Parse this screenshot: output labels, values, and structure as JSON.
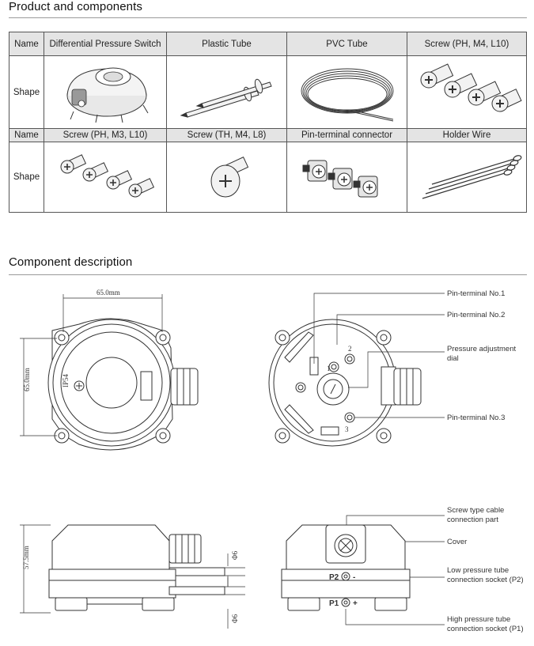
{
  "headings": {
    "products": "Product and components",
    "description": "Component description"
  },
  "table": {
    "row_labels": {
      "name": "Name",
      "shape": "Shape"
    },
    "row1": [
      "Differential Pressure Switch",
      "Plastic Tube",
      "PVC Tube",
      "Screw (PH, M4, L10)"
    ],
    "row2": [
      "Screw (PH, M3, L10)",
      "Screw (TH, M4, L8)",
      "Pin-terminal connector",
      "Holder Wire"
    ]
  },
  "icons": {
    "row1": [
      "pressure-switch-icon",
      "plastic-tube-icon",
      "pvc-tube-coil-icon",
      "screw-ph-m4-icon"
    ],
    "row2": [
      "screw-ph-m3-icon",
      "screw-th-m4-icon",
      "pin-terminal-connector-icon",
      "holder-wire-icon"
    ]
  },
  "dimensions": {
    "width": "65.0mm",
    "height": "65.0mm",
    "depth": "57.5mm",
    "socket_spacing_top": "Φ6",
    "socket_spacing_bottom": "Φ6",
    "ip_rating": "IP54"
  },
  "callouts": {
    "pin1": "Pin-terminal No.1",
    "pin2": "Pin-terminal No.2",
    "dial_line1": "Pressure adjustment",
    "dial_line2": "dial",
    "pin3": "Pin-terminal No.3",
    "cable_line1": "Screw type cable",
    "cable_line2": "connection part",
    "cover": "Cover",
    "low_line1": "Low pressure tube",
    "low_line2": "connection socket (P2)",
    "high_line1": "High pressure tube",
    "high_line2": "connection socket (P1)"
  },
  "ports": {
    "p2": "P2",
    "p2_sign": "-",
    "p1": "P1",
    "p1_sign": "+",
    "pin_a": "2",
    "pin_b": "1",
    "pin_c": "3"
  }
}
